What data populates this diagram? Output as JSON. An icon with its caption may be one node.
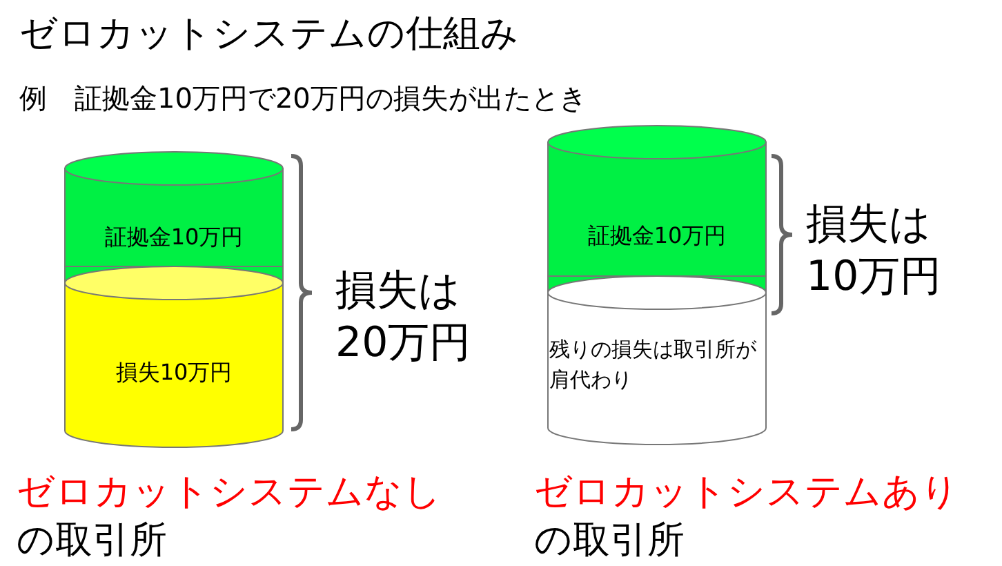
{
  "diagram": {
    "title": "ゼロカットシステムの仕組み",
    "nodes": [
      {
        "text": [
          "証拠金10万円"
        ]
      },
      {
        "text": [
          "損失10万円"
        ]
      },
      {
        "text": [
          "証拠金10万円"
        ]
      },
      {
        "text": [
          "残りの損失は取引所が肩代わり"
        ]
      }
    ],
    "labels": [
      "例　証拠金10万円で20万円の損失が出たとき",
      "損失は20万円",
      "損失は10万円",
      "ゼロカットシステムなし",
      "の取引所",
      "ゼロカットシステムあり",
      "の取引所"
    ]
  }
}
